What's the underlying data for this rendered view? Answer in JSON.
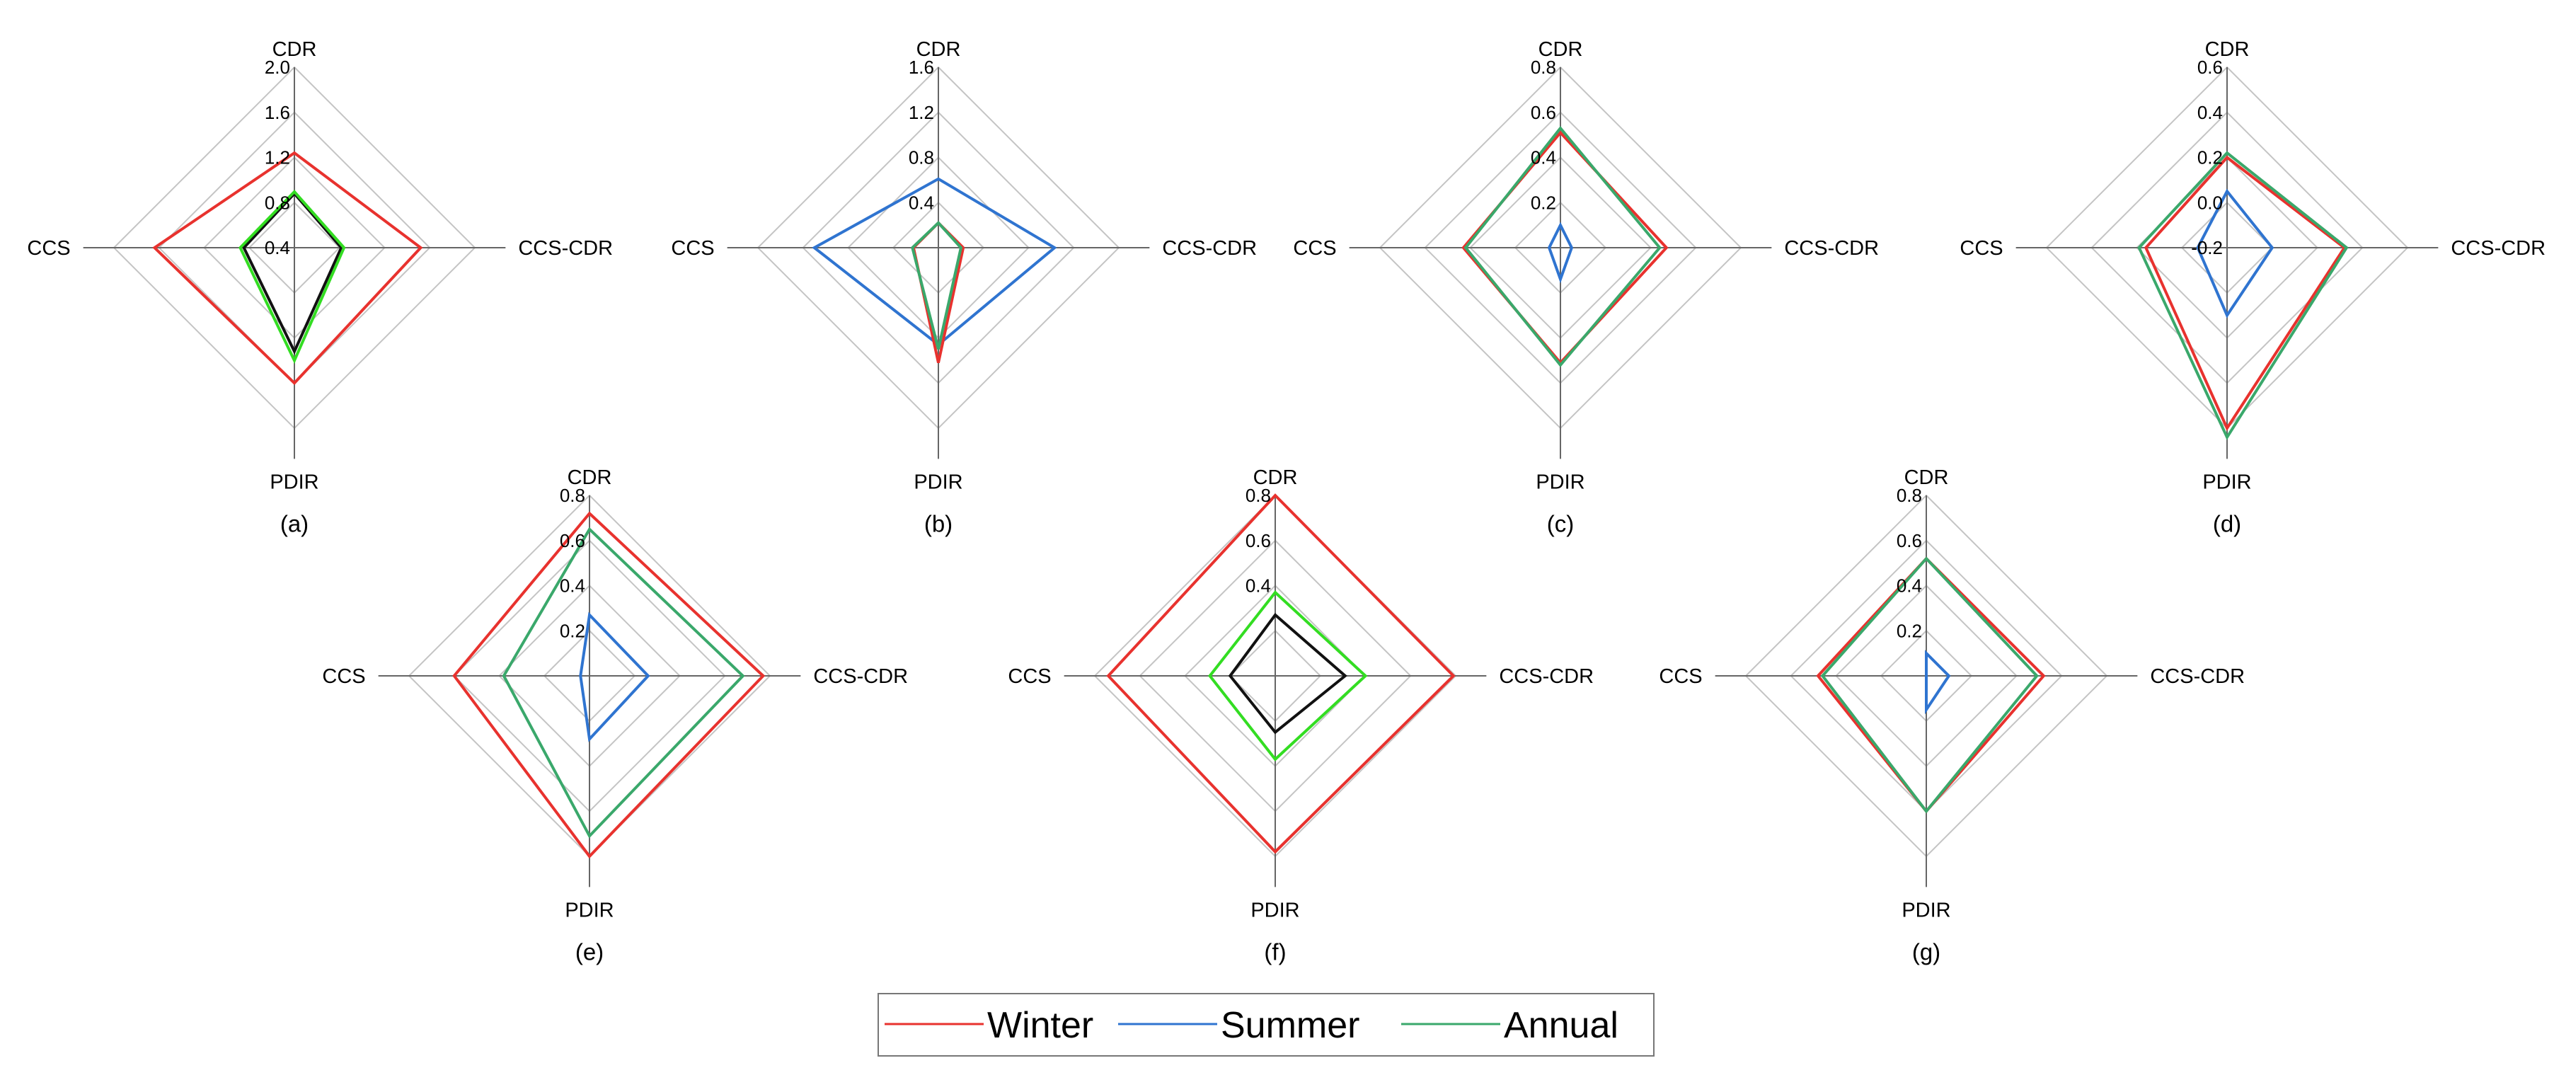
{
  "axis_labels": [
    "CDR",
    "CCS-CDR",
    "PDIR",
    "CCS"
  ],
  "legend": [
    {
      "name": "Winter",
      "color": "#e8322e"
    },
    {
      "name": "Summer",
      "color": "#2f74d0"
    },
    {
      "name": "Annual",
      "color": "#3aa86b"
    }
  ],
  "extra_colors": {
    "black": "#111111",
    "green": "#33dd22"
  },
  "chart_data": [
    {
      "type": "radar",
      "label": "(a)",
      "rmin": 0,
      "rmax": 2.0,
      "ticks": [
        "0.4",
        "0.8",
        "1.2",
        "1.6",
        "2.0"
      ],
      "series": [
        {
          "color": "#e8322e",
          "values": [
            1.05,
            1.4,
            1.5,
            1.55
          ]
        },
        {
          "color": "#111111",
          "values": [
            0.6,
            0.52,
            1.15,
            0.56
          ]
        },
        {
          "color": "#33dd22",
          "values": [
            0.62,
            0.55,
            1.25,
            0.6
          ]
        }
      ]
    },
    {
      "type": "radar",
      "label": "(b)",
      "rmin": 0,
      "rmax": 1.6,
      "ticks": [
        "0.4",
        "0.8",
        "1.2",
        "1.6"
      ],
      "series": [
        {
          "name": "Summer",
          "color": "#2f74d0",
          "values": [
            0.61,
            1.03,
            0.86,
            1.1
          ]
        },
        {
          "name": "Winter",
          "color": "#e8322e",
          "values": [
            0.22,
            0.22,
            1.02,
            0.22
          ]
        },
        {
          "name": "Annual",
          "color": "#3aa86b",
          "values": [
            0.22,
            0.2,
            0.9,
            0.23
          ]
        }
      ]
    },
    {
      "type": "radar",
      "label": "(c)",
      "rmin": 0,
      "rmax": 0.8,
      "ticks": [
        "0.2",
        "0.4",
        "0.6",
        "0.8"
      ],
      "series": [
        {
          "name": "Winter",
          "color": "#e8322e",
          "values": [
            0.51,
            0.47,
            0.51,
            0.43
          ]
        },
        {
          "name": "Summer",
          "color": "#2f74d0",
          "values": [
            0.1,
            0.05,
            0.14,
            0.05
          ]
        },
        {
          "name": "Annual",
          "color": "#3aa86b",
          "values": [
            0.53,
            0.44,
            0.52,
            0.42
          ]
        }
      ]
    },
    {
      "type": "radar",
      "label": "(d)",
      "rmin": -0.2,
      "rmax": 0.6,
      "ticks": [
        "-0.2",
        "0.0",
        "0.2",
        "0.4",
        "0.6"
      ],
      "series": [
        {
          "name": "Winter",
          "color": "#e8322e",
          "values": [
            0.2,
            0.32,
            0.6,
            0.16
          ]
        },
        {
          "name": "Summer",
          "color": "#2f74d0",
          "values": [
            0.05,
            0.0,
            0.1,
            -0.07
          ]
        },
        {
          "name": "Annual",
          "color": "#3aa86b",
          "values": [
            0.22,
            0.33,
            0.64,
            0.19
          ]
        }
      ]
    },
    {
      "type": "radar",
      "label": "(e)",
      "rmin": 0,
      "rmax": 0.8,
      "ticks": [
        "0.2",
        "0.4",
        "0.6",
        "0.8"
      ],
      "series": [
        {
          "name": "Winter",
          "color": "#e8322e",
          "values": [
            0.72,
            0.77,
            0.8,
            0.6
          ]
        },
        {
          "name": "Summer",
          "color": "#2f74d0",
          "values": [
            0.27,
            0.26,
            0.28,
            0.04
          ]
        },
        {
          "name": "Annual",
          "color": "#3aa86b",
          "values": [
            0.65,
            0.68,
            0.71,
            0.38
          ]
        }
      ]
    },
    {
      "type": "radar",
      "label": "(f)",
      "rmin": 0,
      "rmax": 0.8,
      "ticks": [
        "0.4",
        "0.6",
        "0.8"
      ],
      "series": [
        {
          "color": "#e8322e",
          "values": [
            0.8,
            0.79,
            0.78,
            0.74
          ]
        },
        {
          "color": "#111111",
          "values": [
            0.27,
            0.31,
            0.25,
            0.2
          ]
        },
        {
          "color": "#33dd22",
          "values": [
            0.37,
            0.4,
            0.37,
            0.29
          ]
        }
      ]
    },
    {
      "type": "radar",
      "label": "(g)",
      "rmin": 0,
      "rmax": 0.8,
      "ticks": [
        "0.2",
        "0.4",
        "0.6",
        "0.8"
      ],
      "series": [
        {
          "name": "Winter",
          "color": "#e8322e",
          "values": [
            0.52,
            0.52,
            0.6,
            0.48
          ]
        },
        {
          "name": "Summer",
          "color": "#2f74d0",
          "values": [
            0.1,
            0.1,
            0.15,
            0.0
          ]
        },
        {
          "name": "Annual",
          "color": "#3aa86b",
          "values": [
            0.52,
            0.49,
            0.6,
            0.46
          ]
        }
      ]
    }
  ]
}
